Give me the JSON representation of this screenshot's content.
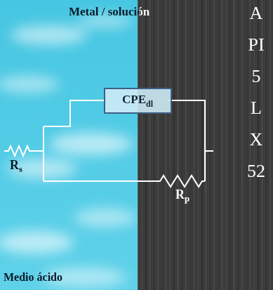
{
  "diagram": {
    "nodes": [
      {
        "text": [
          "CPE",
          "dl"
        ]
      }
    ],
    "labels": [
      "Metal / solución",
      "R",
      "s",
      "R",
      "p",
      "Medio ácido",
      "API5LX52"
    ]
  }
}
